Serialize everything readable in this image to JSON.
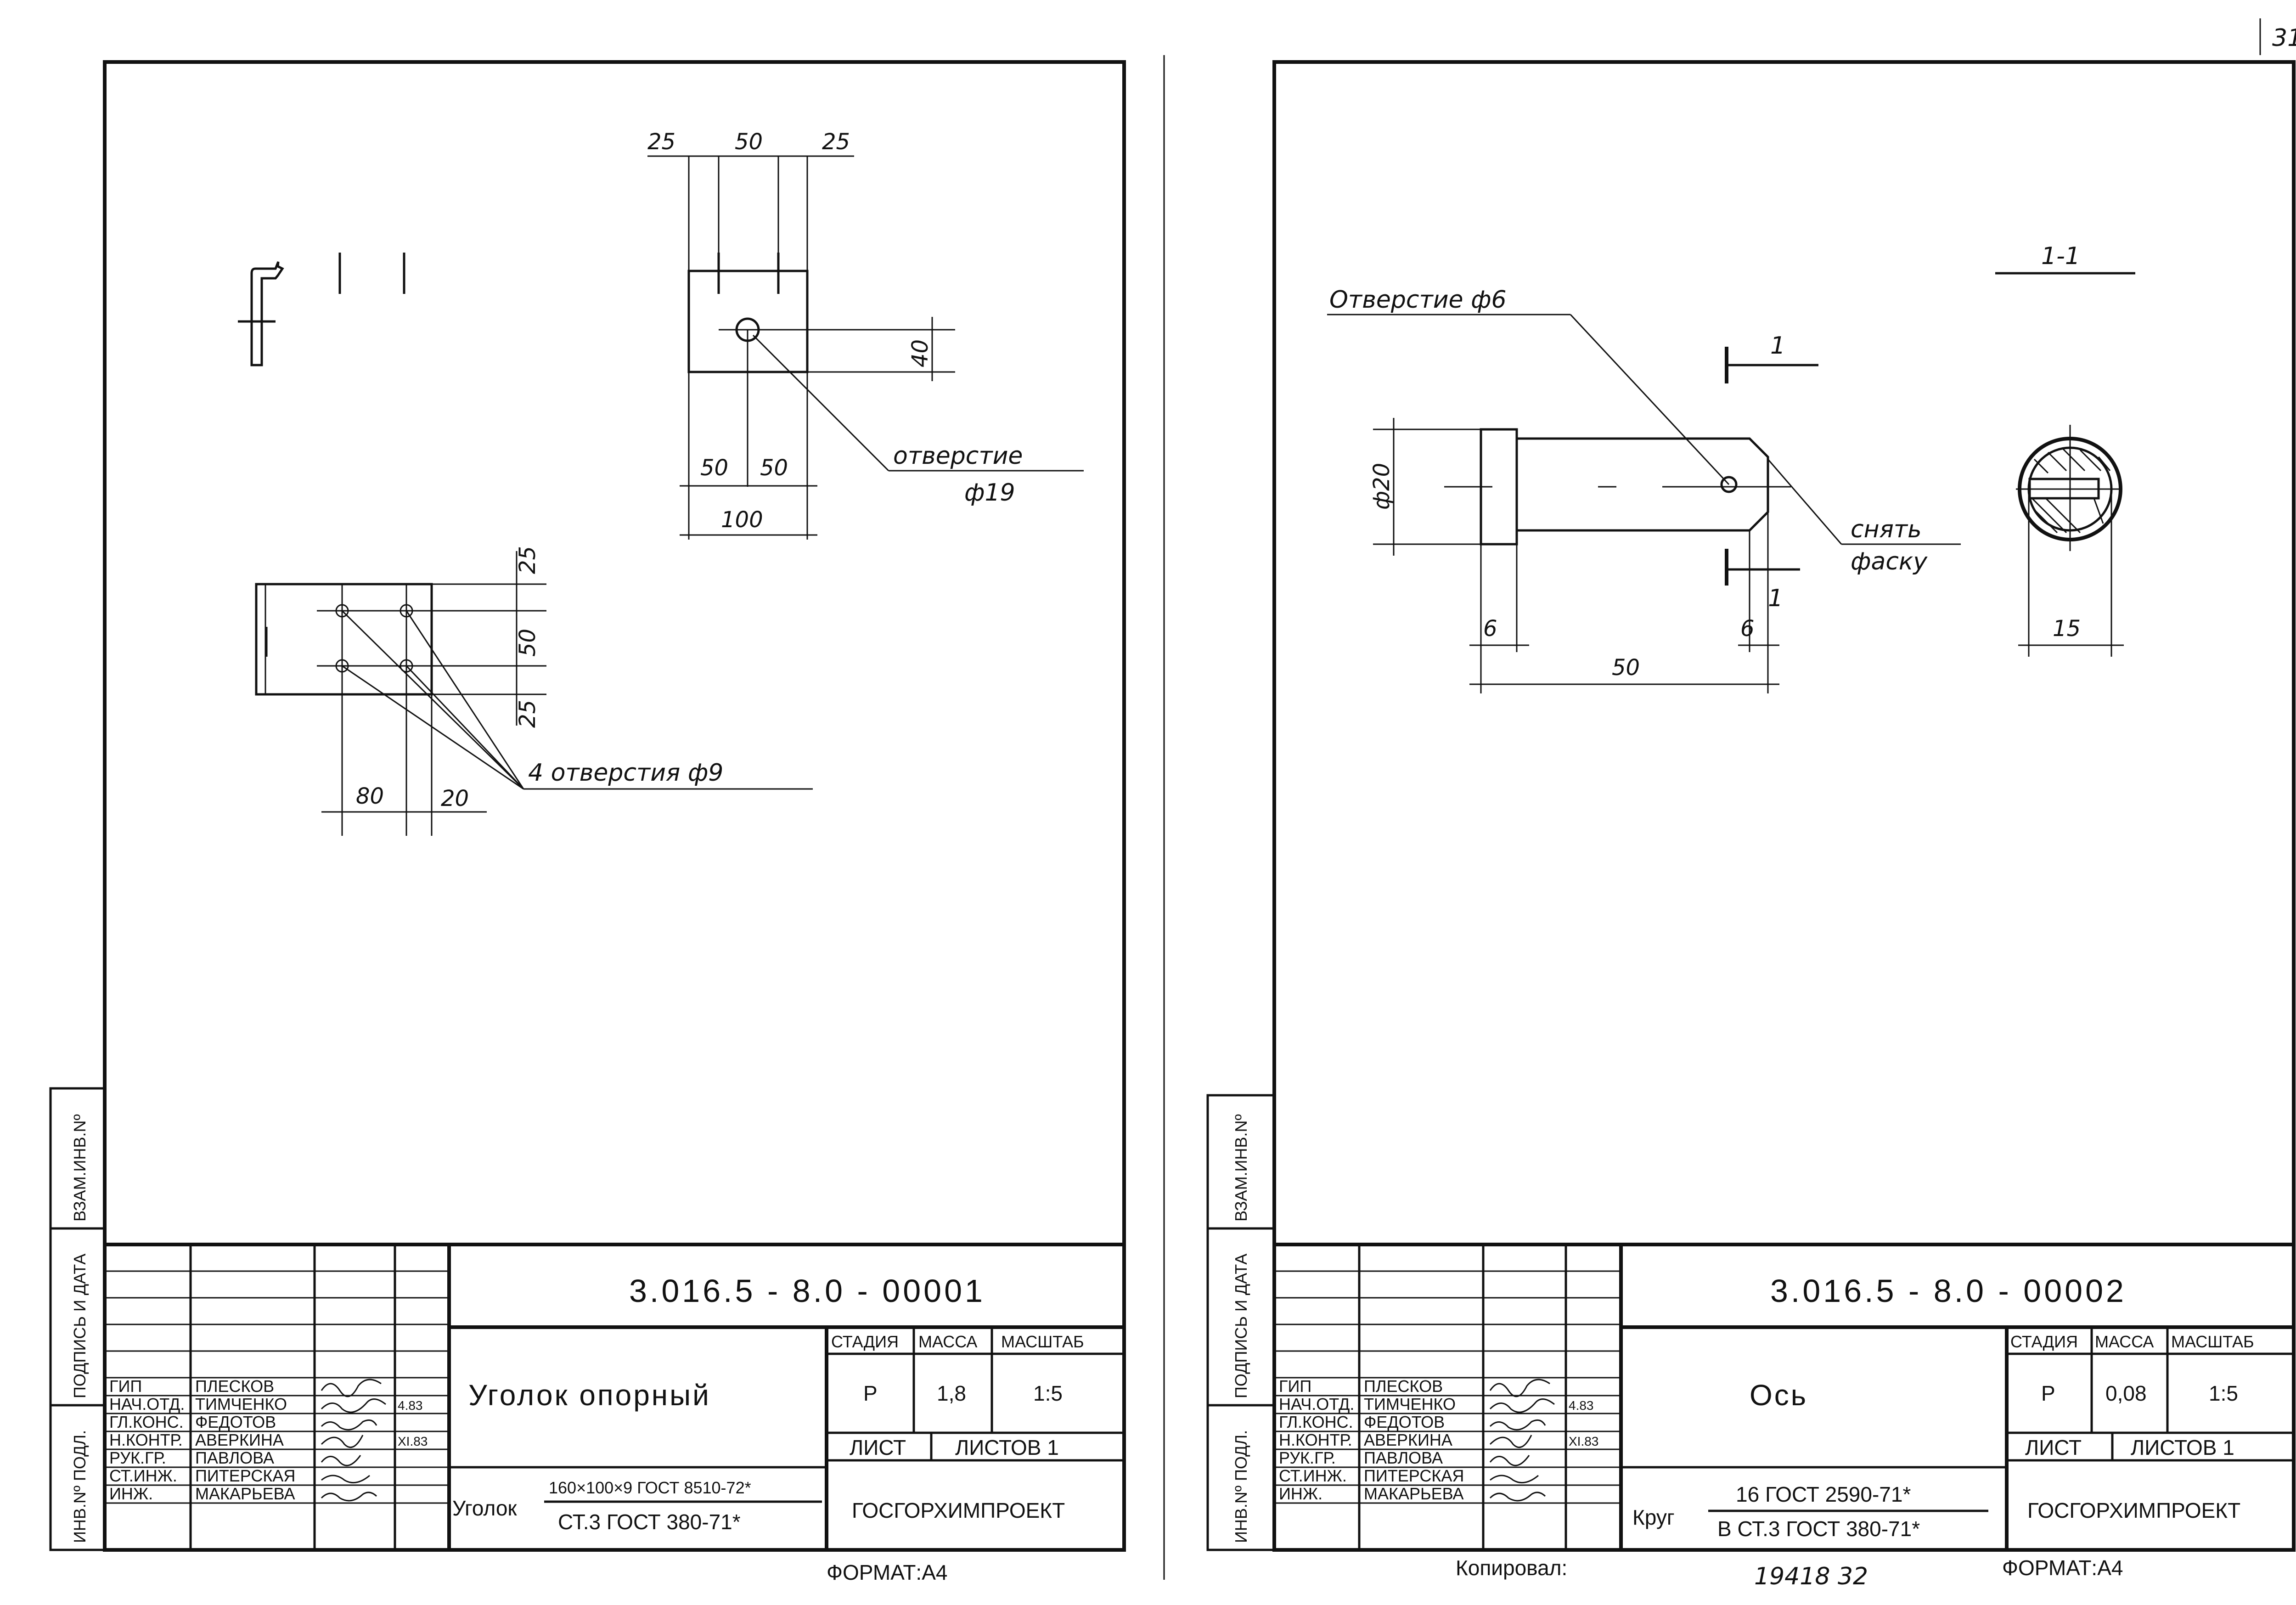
{
  "page_number": "31",
  "sheets": [
    {
      "drawing_number": "3.016.5 - 8.0 - 00001",
      "title": "Уголок опорный",
      "stage_header": "СТАДИЯ",
      "mass_header": "МАССА",
      "scale_header": "МАСШТАБ",
      "stage": "Р",
      "mass": "1,8",
      "scale": "1:5",
      "sheet_label": "ЛИСТ",
      "sheets_label": "ЛИСТОВ 1",
      "organization": "ГОСГОРХИМПРОЕКТ",
      "material_prefix": "Уголок",
      "material_top": "160×100×9 ГОСТ 8510-72*",
      "material_bottom": "СТ.3 ГОСТ 380-71*",
      "format": "ФОРМАТ:А4",
      "side_labels": [
        "ИНВ.Nº ПОДЛ.",
        "ПОДПИСЬ И ДАТА",
        "ВЗАМ.ИНВ.Nº"
      ],
      "staff": [
        {
          "role": "ГИП",
          "name": "ПЛЕСКОВ"
        },
        {
          "role": "НАЧ.ОТД.",
          "name": "ТИМЧЕНКО"
        },
        {
          "role": "ГЛ.КОНС.",
          "name": "ФЕДОТОВ"
        },
        {
          "role": "Н.КОНТР.",
          "name": "АВЕРКИНА"
        },
        {
          "role": "РУК.ГР.",
          "name": "ПАВЛОВА"
        },
        {
          "role": "СТ.ИНЖ.",
          "name": "ПИТЕРСКАЯ"
        },
        {
          "role": "ИНЖ.",
          "name": "МАКАРЬЕВА"
        }
      ],
      "dates": [
        "4.83",
        "XI.83"
      ],
      "dims": {
        "d25a": "25",
        "d50a": "50",
        "d25b": "25",
        "d40": "40",
        "d50b": "50",
        "d50c": "50",
        "d100": "100",
        "v25a": "25",
        "v50": "50",
        "v25b": "25",
        "d80": "80",
        "d20": "20"
      },
      "notes": {
        "hole19_line1": "отверстие",
        "hole19_line2": "ф19",
        "holes9": "4 отверстия ф9"
      }
    },
    {
      "drawing_number": "3.016.5 - 8.0 - 00002",
      "title": "Ось",
      "stage_header": "СТАДИЯ",
      "mass_header": "МАССА",
      "scale_header": "МАСШТАБ",
      "stage": "Р",
      "mass": "0,08",
      "scale": "1:5",
      "sheet_label": "ЛИСТ",
      "sheets_label": "ЛИСТОВ 1",
      "organization": "ГОСГОРХИМПРОЕКТ",
      "material_prefix": "Круг",
      "material_top": "16 ГОСТ 2590-71*",
      "material_bottom": "В СТ.3 ГОСТ 380-71*",
      "format": "ФОРМАТ:А4",
      "copied_label": "Копировал:",
      "copy_number": "19418   32",
      "side_labels": [
        "ИНВ.Nº ПОДЛ.",
        "ПОДПИСЬ И ДАТА",
        "ВЗАМ.ИНВ.Nº"
      ],
      "staff": [
        {
          "role": "ГИП",
          "name": "ПЛЕСКОВ"
        },
        {
          "role": "НАЧ.ОТД.",
          "name": "ТИМЧЕНКО"
        },
        {
          "role": "ГЛ.КОНС.",
          "name": "ФЕДОТОВ"
        },
        {
          "role": "Н.КОНТР.",
          "name": "АВЕРКИНА"
        },
        {
          "role": "РУК.ГР.",
          "name": "ПАВЛОВА"
        },
        {
          "role": "СТ.ИНЖ.",
          "name": "ПИТЕРСКАЯ"
        },
        {
          "role": "ИНЖ.",
          "name": "МАКАРЬЕВА"
        }
      ],
      "dates": [
        "4.83",
        "XI.83"
      ],
      "section_label": "1-1",
      "section_mark": "1",
      "dims": {
        "dia20": "ф20",
        "d6a": "6",
        "d6b": "6",
        "d50": "50",
        "d15": "15"
      },
      "notes": {
        "hole6": "Отверстие ф6",
        "chamfer_line1": "снять",
        "chamfer_line2": "фаску"
      }
    }
  ]
}
